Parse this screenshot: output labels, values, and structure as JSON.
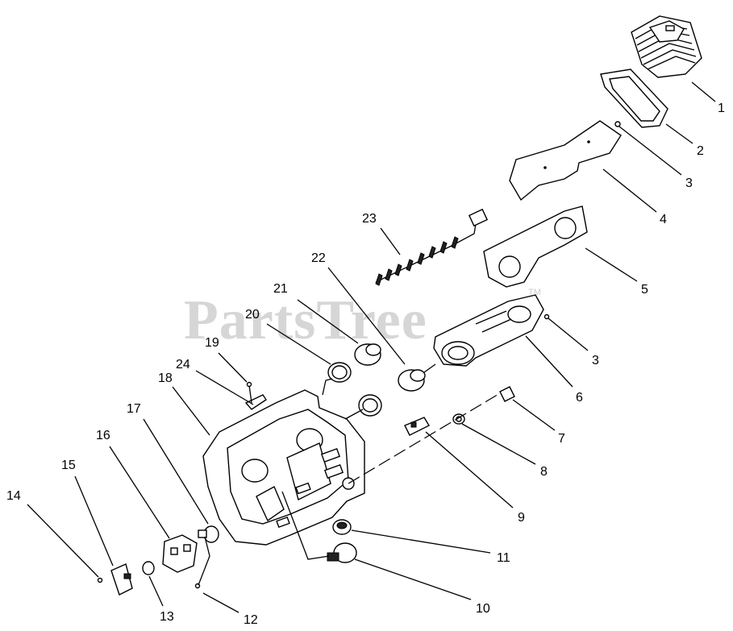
{
  "watermark": {
    "text": "PartsTree",
    "trademark": "TM"
  },
  "callouts": [
    "1",
    "2",
    "3",
    "4",
    "5",
    "3",
    "6",
    "7",
    "8",
    "9",
    "11",
    "10",
    "12",
    "13",
    "14",
    "15",
    "16",
    "17",
    "18",
    "24",
    "19",
    "20",
    "21",
    "22",
    "23"
  ]
}
